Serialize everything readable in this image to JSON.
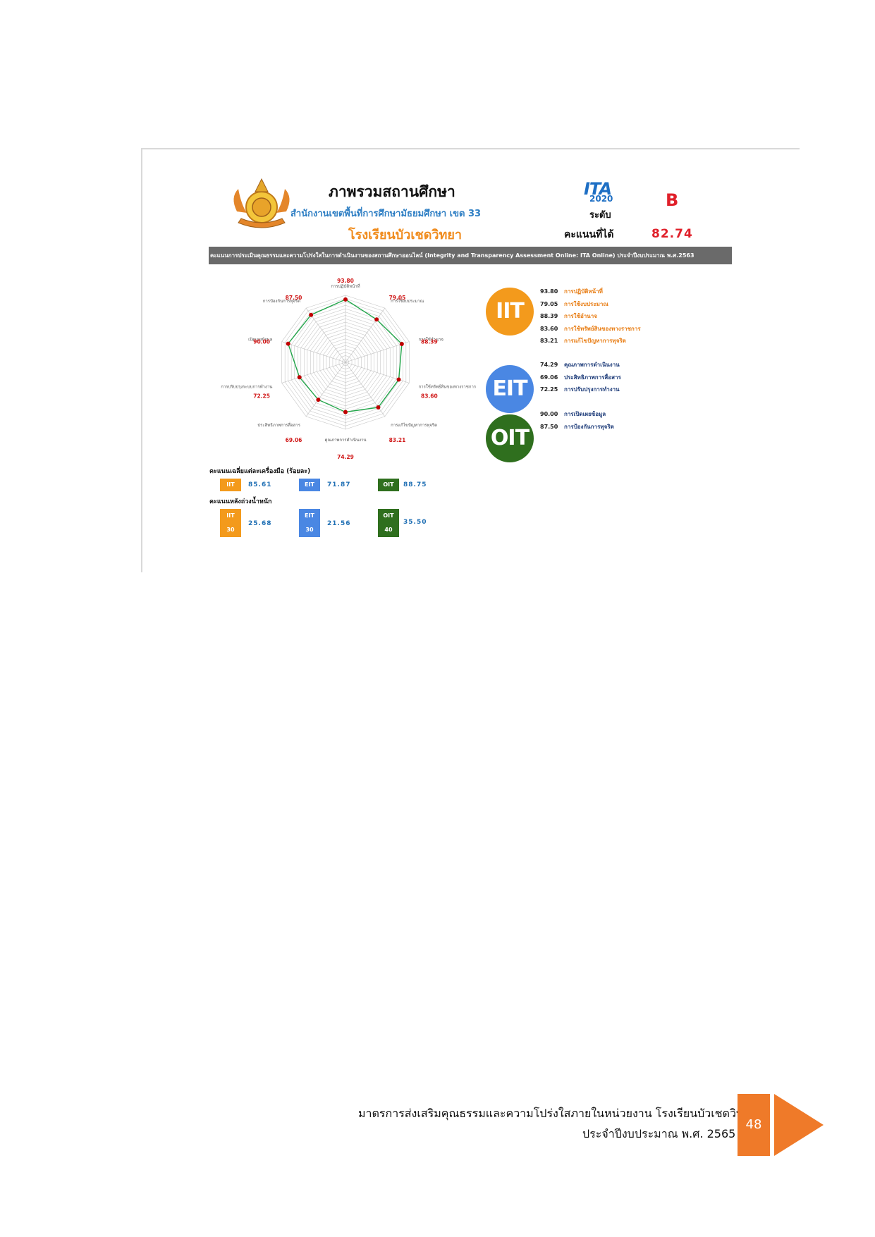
{
  "header": {
    "title": "ภาพรวมสถานศึกษา",
    "subtitle": "สำนักงานเขตพื้นที่การศึกษามัธยมศึกษา เขต 33",
    "school": "โรงเรียนบัวเชดวิทยา",
    "ita_logo_text": "ITA",
    "ita_year": "2020",
    "level_label": "ระดับ",
    "grade": "B",
    "score_label": "คะแนนที่ได้",
    "score": "82.74",
    "banner": "คะแนนการประเมินคุณธรรมและความโปร่งใสในการดำเนินงานของสถานศึกษาออนไลน์ (Integrity and Transparency Assessment Online: ITA Online) ประจำปีงบประมาณ พ.ศ.2563"
  },
  "chart_data": {
    "type": "radar",
    "axes": [
      "การปฏิบัติหน้าที่",
      "การใช้งบประมาณ",
      "การใช้อำนาจ",
      "การใช้ทรัพย์สินของทางราชการ",
      "การแก้ไขปัญหาการทุจริต",
      "คุณภาพการดำเนินงาน",
      "ประสิทธิภาพการสื่อสาร",
      "การปรับปรุงระบบการทำงาน",
      "เปิดเผยข้อมูล",
      "การป้องกันการทุจริต"
    ],
    "values": [
      93.8,
      79.05,
      88.39,
      83.6,
      83.21,
      74.29,
      69.06,
      72.25,
      90.0,
      87.5
    ],
    "value_labels": [
      "93.80",
      "79.05",
      "88.39",
      "83.60",
      "83.21",
      "74.29",
      "69.06",
      "72.25",
      "90.00",
      "87.50"
    ],
    "rmin": 0,
    "rmax": 100,
    "line_color": "#22a64a",
    "marker_color": "#c00000"
  },
  "indicators": {
    "iit": {
      "label": "IIT",
      "color": "#f39a1c",
      "items": [
        {
          "value": "93.80",
          "name": "การปฏิบัติหน้าที่"
        },
        {
          "value": "79.05",
          "name": "การใช้งบประมาณ"
        },
        {
          "value": "88.39",
          "name": "การใช้อำนาจ"
        },
        {
          "value": "83.60",
          "name": "การใช้ทรัพย์สินของทางราชการ"
        },
        {
          "value": "83.21",
          "name": "การแก้ไขปัญหาการทุจริต"
        }
      ]
    },
    "eit": {
      "label": "EIT",
      "color": "#4a87e3",
      "items": [
        {
          "value": "74.29",
          "name": "คุณภาพการดำเนินงาน"
        },
        {
          "value": "69.06",
          "name": "ประสิทธิภาพการสื่อสาร"
        },
        {
          "value": "72.25",
          "name": "การปรับปรุงการทำงาน"
        }
      ]
    },
    "oit": {
      "label": "OIT",
      "color": "#2f6f1e",
      "items": [
        {
          "value": "90.00",
          "name": "การเปิดเผยข้อมูล"
        },
        {
          "value": "87.50",
          "name": "การป้องกันการทุจริต"
        }
      ]
    }
  },
  "averages": {
    "heading": "คะแนนเฉลี่ยแต่ละเครื่องมือ (ร้อยละ)",
    "iit_label": "IIT",
    "iit": "85.61",
    "eit_label": "EIT",
    "eit": "71.87",
    "oit_label": "OIT",
    "oit": "88.75"
  },
  "weighted": {
    "heading": "คะแนนหลังถ่วงน้ำหนัก",
    "iit_label": "IIT",
    "iit_weight": "30",
    "iit": "25.68",
    "eit_label": "EIT",
    "eit_weight": "30",
    "eit": "21.56",
    "oit_label": "OIT",
    "oit_weight": "40",
    "oit": "35.50"
  },
  "footer": {
    "line1": "มาตรการส่งเสริมคุณธรรมและความโปร่งใสภายในหน่วยงาน โรงเรียนบัวเชดวิทยา",
    "line2": "ประจำปีงบประมาณ พ.ศ. 2565",
    "page_number": "48"
  }
}
